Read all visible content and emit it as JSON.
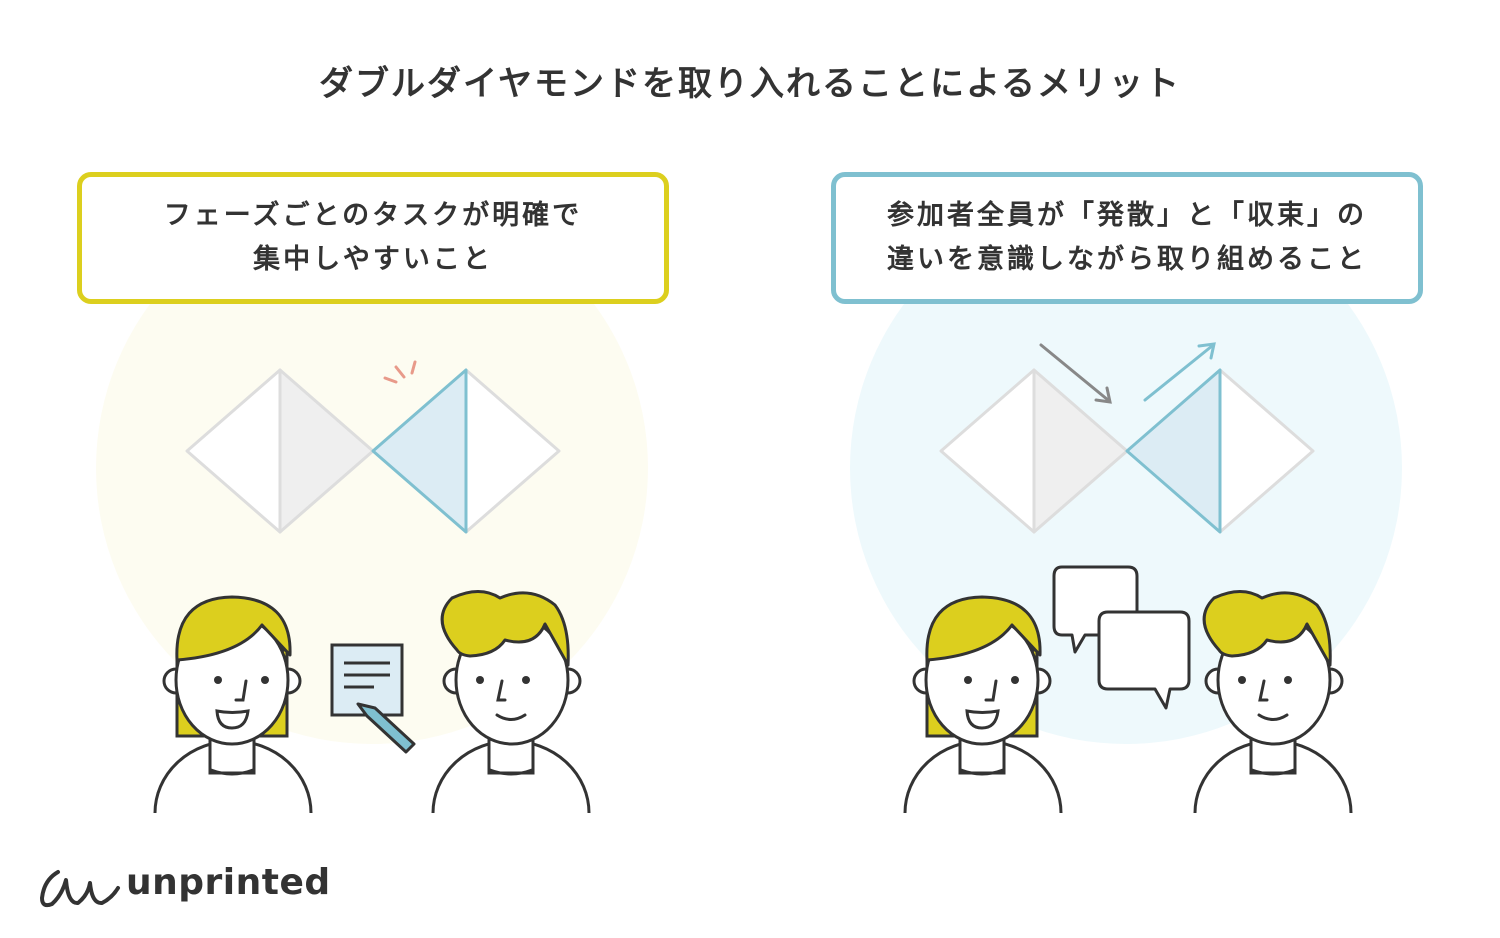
{
  "title": "ダブルダイヤモンドを取り入れることによるメリット",
  "left_panel": {
    "lines": [
      "フェーズごとのタスクが明確で",
      "集中しやすいこと"
    ]
  },
  "right_panel": {
    "lines": [
      "参加者全員が「発散」と「収束」の",
      "違いを意識しながら取り組めること"
    ]
  },
  "logo": {
    "text": "unprinted"
  },
  "colors": {
    "yellow": "#dccf1e",
    "blue": "#7fc0d0",
    "text": "#333333"
  }
}
